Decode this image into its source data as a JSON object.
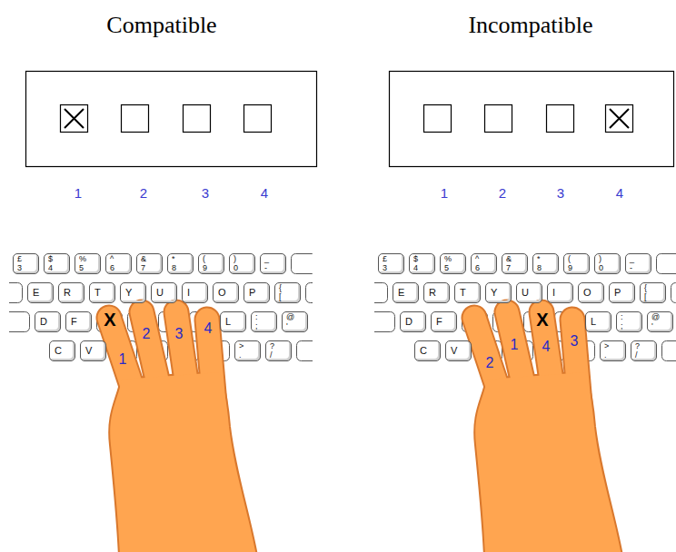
{
  "diagram": {
    "nodes": [
      {
        "text": [
          "£",
          "3"
        ]
      },
      {
        "text": [
          "$",
          "4"
        ]
      },
      {
        "text": [
          "%",
          "5"
        ]
      },
      {
        "text": [
          "^",
          "6"
        ]
      },
      {
        "text": [
          "&",
          "7"
        ]
      },
      {
        "text": [
          "*",
          "8"
        ]
      },
      {
        "text": [
          "(",
          "9"
        ]
      },
      {
        "text": [
          ")",
          "0"
        ]
      },
      {
        "text": [
          "_",
          "-"
        ]
      },
      {
        "text": [
          "E"
        ]
      },
      {
        "text": [
          "R"
        ]
      },
      {
        "text": [
          "T"
        ]
      },
      {
        "text": [
          "Y"
        ]
      },
      {
        "text": [
          "U"
        ]
      },
      {
        "text": [
          "I"
        ]
      },
      {
        "text": [
          "O"
        ]
      },
      {
        "text": [
          "P"
        ]
      },
      {
        "text": [
          "{",
          "["
        ]
      },
      {
        "text": [
          "D"
        ]
      },
      {
        "text": [
          "F"
        ]
      },
      {
        "text": [
          "L"
        ]
      },
      {
        "text": [
          ":",
          ";"
        ]
      },
      {
        "text": [
          "@",
          "'"
        ]
      },
      {
        "text": [
          "C"
        ]
      },
      {
        "text": [
          "V"
        ]
      },
      {
        "text": [
          ">",
          "."
        ]
      },
      {
        "text": [
          "?",
          "/"
        ]
      },
      {
        "text": [
          "£",
          "3"
        ]
      },
      {
        "text": [
          "$",
          "4"
        ]
      },
      {
        "text": [
          "%",
          "5"
        ]
      },
      {
        "text": [
          "^",
          "6"
        ]
      },
      {
        "text": [
          "&",
          "7"
        ]
      },
      {
        "text": [
          "*",
          "8"
        ]
      },
      {
        "text": [
          "(",
          "9"
        ]
      },
      {
        "text": [
          ")",
          "0"
        ]
      },
      {
        "text": [
          "_",
          "-"
        ]
      },
      {
        "text": [
          "E"
        ]
      },
      {
        "text": [
          "R"
        ]
      },
      {
        "text": [
          "T"
        ]
      },
      {
        "text": [
          "Y"
        ]
      },
      {
        "text": [
          "U"
        ]
      },
      {
        "text": [
          "I"
        ]
      },
      {
        "text": [
          "O"
        ]
      },
      {
        "text": [
          "P"
        ]
      },
      {
        "text": [
          "{",
          "["
        ]
      },
      {
        "text": [
          "D"
        ]
      },
      {
        "text": [
          "F"
        ]
      },
      {
        "text": [
          "L"
        ]
      },
      {
        "text": [
          ":",
          ";"
        ]
      },
      {
        "text": [
          "@",
          "'"
        ]
      },
      {
        "text": [
          "C"
        ]
      },
      {
        "text": [
          "V"
        ]
      },
      {
        "text": [
          ">",
          "."
        ]
      },
      {
        "text": [
          "?",
          "/"
        ]
      }
    ],
    "labels": [
      "Compatible",
      "Incompatible",
      "1",
      "2",
      "3",
      "4",
      "1",
      "2",
      "3",
      "4",
      "X",
      "1",
      "2",
      "3",
      "4",
      "2",
      "1",
      "X",
      "4",
      "3"
    ]
  }
}
